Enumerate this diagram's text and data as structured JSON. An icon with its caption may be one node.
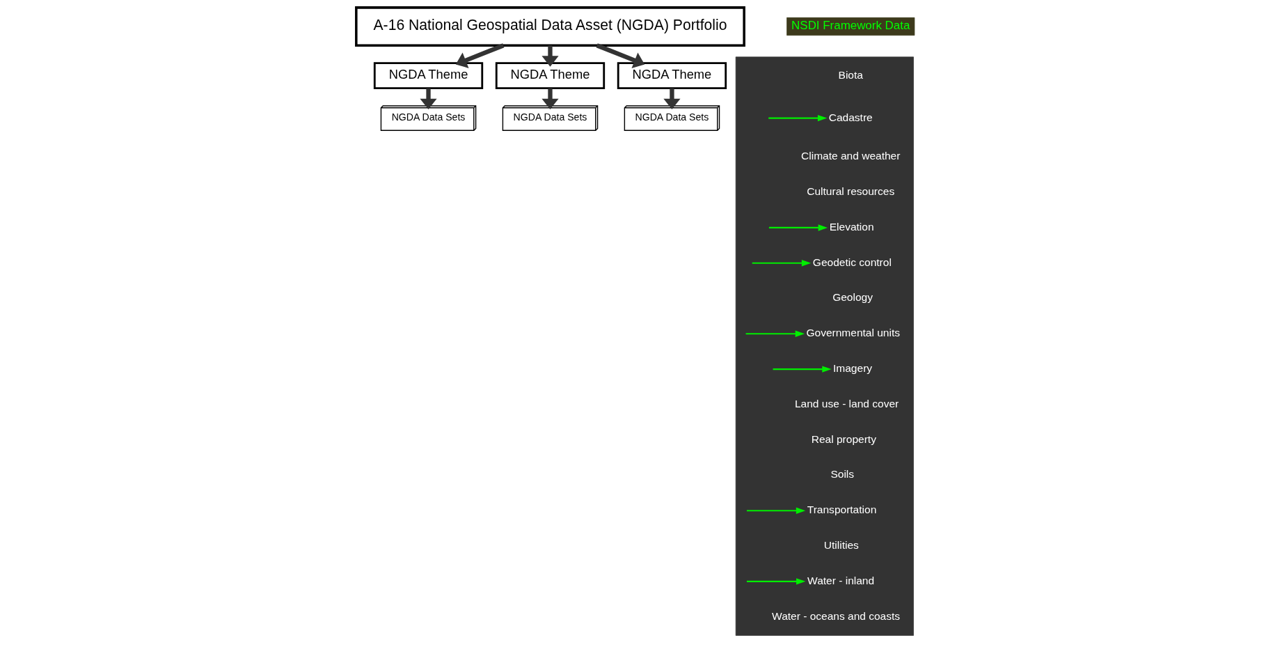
{
  "diagram": {
    "nodes": [
      {
        "text": [
          "A-16 National Geospatial Data Asset (NGDA) Portfolio"
        ]
      },
      {
        "text": [
          "NSDI Framework Data"
        ]
      },
      {
        "text": [
          "NGDA Theme"
        ]
      },
      {
        "text": [
          "NGDA Theme"
        ]
      },
      {
        "text": [
          "NGDA Theme"
        ]
      },
      {
        "text": [
          "NGDA Data Sets"
        ]
      },
      {
        "text": [
          "NGDA Data Sets"
        ]
      },
      {
        "text": [
          "NGDA Data Sets"
        ]
      },
      {
        "text": [],
        "shape": "box"
      },
      {
        "text": [
          "Biota"
        ],
        "in": 8
      },
      {
        "text": [
          "Cadastre"
        ],
        "in": 8
      },
      {
        "text": [
          "Climate and weather"
        ],
        "in": 8
      },
      {
        "text": [
          "Cultural resources"
        ],
        "in": 8
      },
      {
        "text": [
          "Elevation"
        ],
        "in": 8
      },
      {
        "text": [
          "Geodetic control"
        ],
        "in": 8
      },
      {
        "text": [
          "Geology"
        ],
        "in": 8
      },
      {
        "text": [
          "Governmental units"
        ],
        "in": 8
      },
      {
        "text": [
          "Imagery"
        ],
        "in": 8
      },
      {
        "text": [
          "Land use - land cover"
        ],
        "in": 8
      },
      {
        "text": [
          "Real property"
        ],
        "in": 8
      },
      {
        "text": [
          "Soils"
        ],
        "in": 8
      },
      {
        "text": [
          "Transportation"
        ],
        "in": 8
      },
      {
        "text": [
          "Utilities"
        ],
        "in": 8
      },
      {
        "text": [
          "Water - inland"
        ],
        "in": 8
      },
      {
        "text": [
          "Water - oceans and coasts"
        ],
        "in": 8
      }
    ],
    "edges": [
      {
        "from": 0,
        "to": 2,
        "arrow": "to",
        "style": "thick",
        "color": "#333333"
      },
      {
        "from": 0,
        "to": 3,
        "arrow": "to",
        "style": "thick",
        "color": "#333333"
      },
      {
        "from": 0,
        "to": 4,
        "arrow": "to",
        "style": "thick",
        "color": "#333333"
      },
      {
        "from": 2,
        "to": 5,
        "arrow": "to",
        "style": "thick",
        "color": "#333333"
      },
      {
        "from": 3,
        "to": 6,
        "arrow": "to",
        "style": "thick",
        "color": "#333333"
      },
      {
        "from": 4,
        "to": 7,
        "arrow": "to",
        "style": "thick",
        "color": "#333333"
      },
      {
        "from": null,
        "to": 10,
        "arrow": "to"
      },
      {
        "from": null,
        "to": 13,
        "arrow": "to"
      },
      {
        "from": null,
        "to": 14,
        "arrow": "to"
      },
      {
        "from": null,
        "to": 16,
        "arrow": "to"
      },
      {
        "from": null,
        "to": 17,
        "arrow": "to"
      },
      {
        "from": null,
        "to": 21,
        "arrow": "to"
      },
      {
        "from": null,
        "to": 23,
        "arrow": "to"
      }
    ]
  }
}
